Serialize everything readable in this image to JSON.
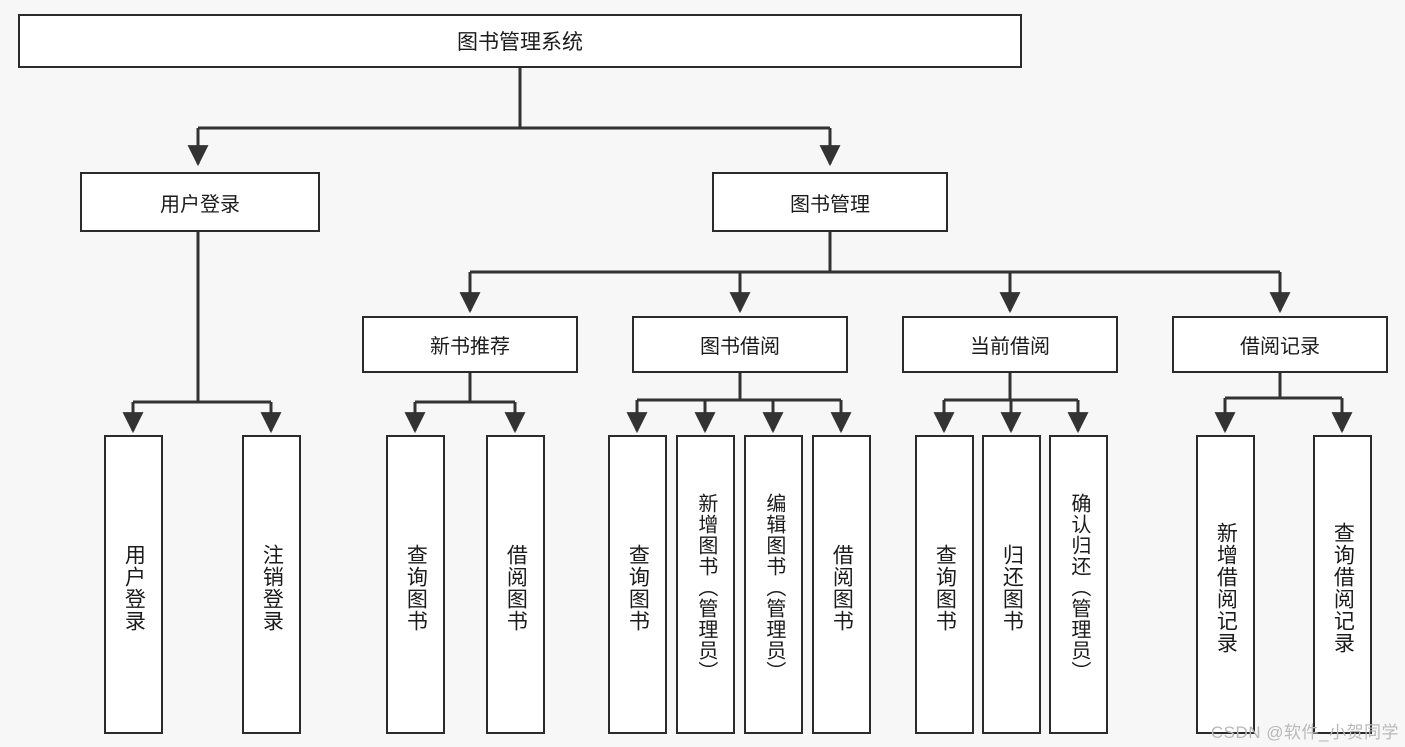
{
  "diagram": {
    "type": "tree",
    "title": "图书管理系统",
    "root": {
      "label": "图书管理系统"
    },
    "level2": [
      {
        "label": "用户登录"
      },
      {
        "label": "图书管理"
      }
    ],
    "level3": [
      {
        "label": "新书推荐"
      },
      {
        "label": "图书借阅"
      },
      {
        "label": "当前借阅"
      },
      {
        "label": "借阅记录"
      }
    ],
    "leaves": {
      "user_login": [
        {
          "label": "用户登录"
        },
        {
          "label": "注销登录"
        }
      ],
      "new_book_recommend": [
        {
          "label": "查询图书"
        },
        {
          "label": "借阅图书"
        }
      ],
      "book_borrow": [
        {
          "label": "查询图书"
        },
        {
          "label": "新增图书（管理员）"
        },
        {
          "label": "编辑图书（管理员）"
        },
        {
          "label": "借阅图书"
        }
      ],
      "current_borrow": [
        {
          "label": "查询图书"
        },
        {
          "label": "归还图书"
        },
        {
          "label": "确认归还（管理员）"
        }
      ],
      "borrow_record": [
        {
          "label": "新增借阅记录"
        },
        {
          "label": "查询借阅记录"
        }
      ]
    },
    "colors": {
      "background": "#f7f7f7",
      "node_fill": "#ffffff",
      "node_border": "#2b2b2b",
      "connector": "#333333",
      "text": "#1b1b1b",
      "watermark": "#b9b9b9"
    }
  },
  "watermark": {
    "text": "CSDN @软件_小贺同学"
  }
}
